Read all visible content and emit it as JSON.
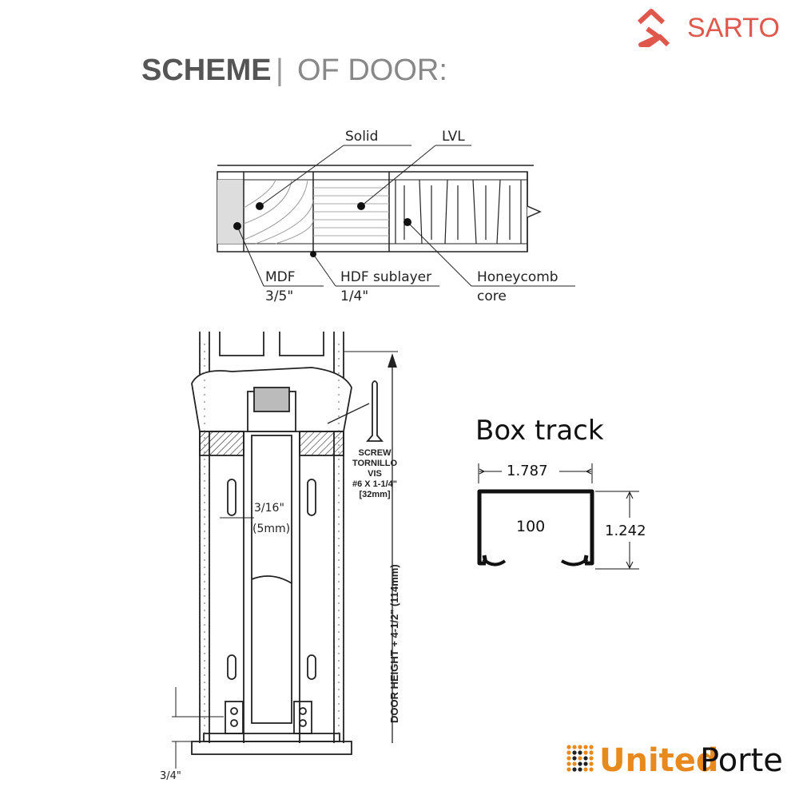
{
  "header": {
    "title_bold": "SCHEME",
    "separator": "|",
    "title_light": "OF DOOR:"
  },
  "brand": {
    "sarto": "SARTO",
    "united": "United",
    "porte": "Porte",
    "sarto_color": "#e0584c",
    "united_color": "#e8891e"
  },
  "cross_section": {
    "solid": "Solid",
    "lvl": "LVL",
    "mdf": "MDF",
    "mdf_size": "3/5\"",
    "hdf": "HDF sublayer",
    "hdf_size": "1/4\"",
    "honeycomb": "Honeycomb",
    "honeycomb_2": "core"
  },
  "installation": {
    "screw": [
      "SCREW",
      "TORNILLO",
      "VIS",
      "#6 X 1-1/4\"",
      "[32mm]"
    ],
    "gap": "3/16\"",
    "gap_mm": "(5mm)",
    "height": "DOOR HEIGHT + 4-1/2\" (114mm)",
    "floor_gap": "3/4\""
  },
  "box_track": {
    "title": "Box track",
    "width": "1.787",
    "height": "1.242",
    "model": "100"
  }
}
